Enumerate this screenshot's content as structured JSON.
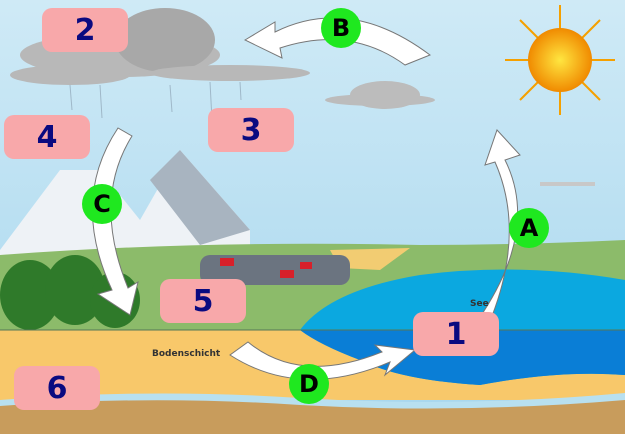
{
  "labels": {
    "n1": "1",
    "n2": "2",
    "n3": "3",
    "n4": "4",
    "n5": "5",
    "n6": "6"
  },
  "stages": {
    "a": "A",
    "b": "B",
    "c": "C",
    "d": "D"
  },
  "text": {
    "lake": "See",
    "soil": "Bodenschicht"
  },
  "colors": {
    "label_bg": "#f8a8aa",
    "label_text": "#0a0a80",
    "stage_circle": "#1fe81f"
  }
}
